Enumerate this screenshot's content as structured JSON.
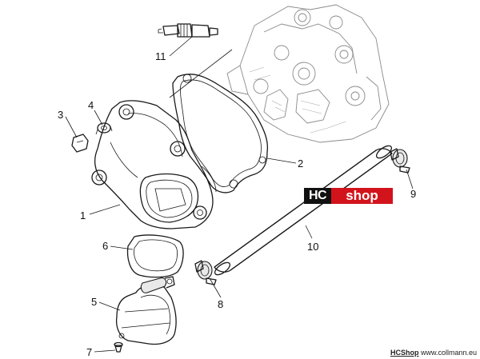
{
  "callouts": [
    "1",
    "2",
    "3",
    "4",
    "5",
    "6",
    "7",
    "8",
    "9",
    "10",
    "11"
  ],
  "logo": {
    "left": "HC",
    "right": "shop"
  },
  "footer": {
    "brand": "HCShop",
    "url": "www.collmann.eu"
  },
  "colors": {
    "logo_dark": "#111111",
    "logo_red": "#d3131b",
    "line": "#1a1a1a"
  }
}
